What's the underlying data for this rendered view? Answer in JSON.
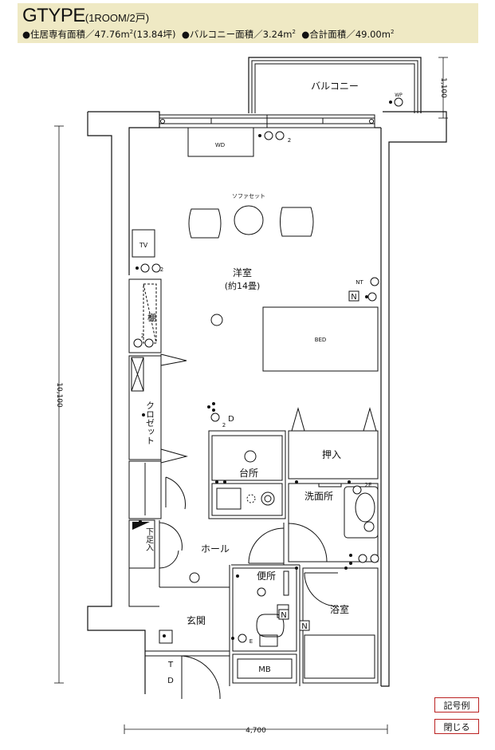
{
  "header": {
    "type_letter": "G",
    "type_word": "TYPE",
    "type_detail": "(1ROOM/2戸)",
    "residence_area_label": "●住居専有面積／",
    "residence_area_value": "47.76m",
    "residence_area_tsubo": "(13.84坪)",
    "balcony_area_label": "●バルコニー面積／",
    "balcony_area_value": "3.24m",
    "total_area_label": "●合計面積／",
    "total_area_value": "49.00m",
    "area_superscript": "2",
    "background_color": "#efe9c4"
  },
  "floorplan": {
    "rooms": {
      "balcony": "バルコニー",
      "western_room": "洋室",
      "western_room_size": "(約14畳)",
      "sofa_set": "ソファセット",
      "bed": "BED",
      "closet": "クロゼット",
      "shelf": "棚",
      "oshiire": "押入",
      "kitchen": "台所",
      "washroom": "洗面所",
      "hall": "ホール",
      "shoe_box": "下足入",
      "toilet": "便所",
      "bathroom": "浴室",
      "entrance": "玄関",
      "meter_box": "MB"
    },
    "fixtures": {
      "wd": "WD",
      "tv": "TV",
      "wp": "WP",
      "nt": "NT",
      "n": "N",
      "d": "D",
      "e": "E",
      "two": "2",
      "two_e": "2E",
      "td": "T",
      "tdd": "D"
    },
    "dimensions": {
      "width": "4,700",
      "depth": "10,100",
      "balcony_depth": "1,100"
    }
  },
  "buttons": {
    "legend": "記号例",
    "close": "閉じる"
  }
}
